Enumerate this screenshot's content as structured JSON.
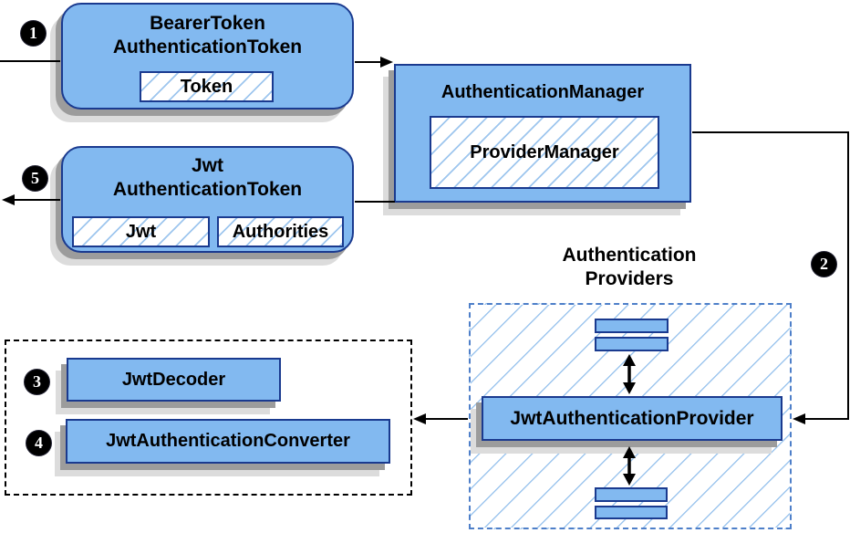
{
  "diagram": {
    "badges": {
      "step1": "1",
      "step2": "2",
      "step3": "3",
      "step4": "4",
      "step5": "5"
    },
    "bearer_token_box": {
      "title_line1": "BearerToken",
      "title_line2": "AuthenticationToken",
      "inner_label": "Token"
    },
    "auth_manager_box": {
      "title": "AuthenticationManager",
      "inner_label": "ProviderManager"
    },
    "jwt_token_box": {
      "title_line1": "Jwt",
      "title_line2": "AuthenticationToken",
      "inner_label_1": "Jwt",
      "inner_label_2": "Authorities"
    },
    "providers_group": {
      "title_line1": "Authentication",
      "title_line2": "Providers",
      "provider_label": "JwtAuthenticationProvider"
    },
    "decoder_group": {
      "decoder_label": "JwtDecoder",
      "converter_label": "JwtAuthenticationConverter"
    },
    "colors": {
      "node_fill": "#82b9f0",
      "node_border": "#1a3a8f",
      "hatch_line": "#9ec6ee",
      "dashed_blue_border": "#4e7fc9",
      "shadow_dark": "#9c9c9c",
      "shadow_light": "#dcdcdc",
      "connector": "#000000",
      "badge_bg": "#000000",
      "badge_text": "#ffffff"
    }
  }
}
